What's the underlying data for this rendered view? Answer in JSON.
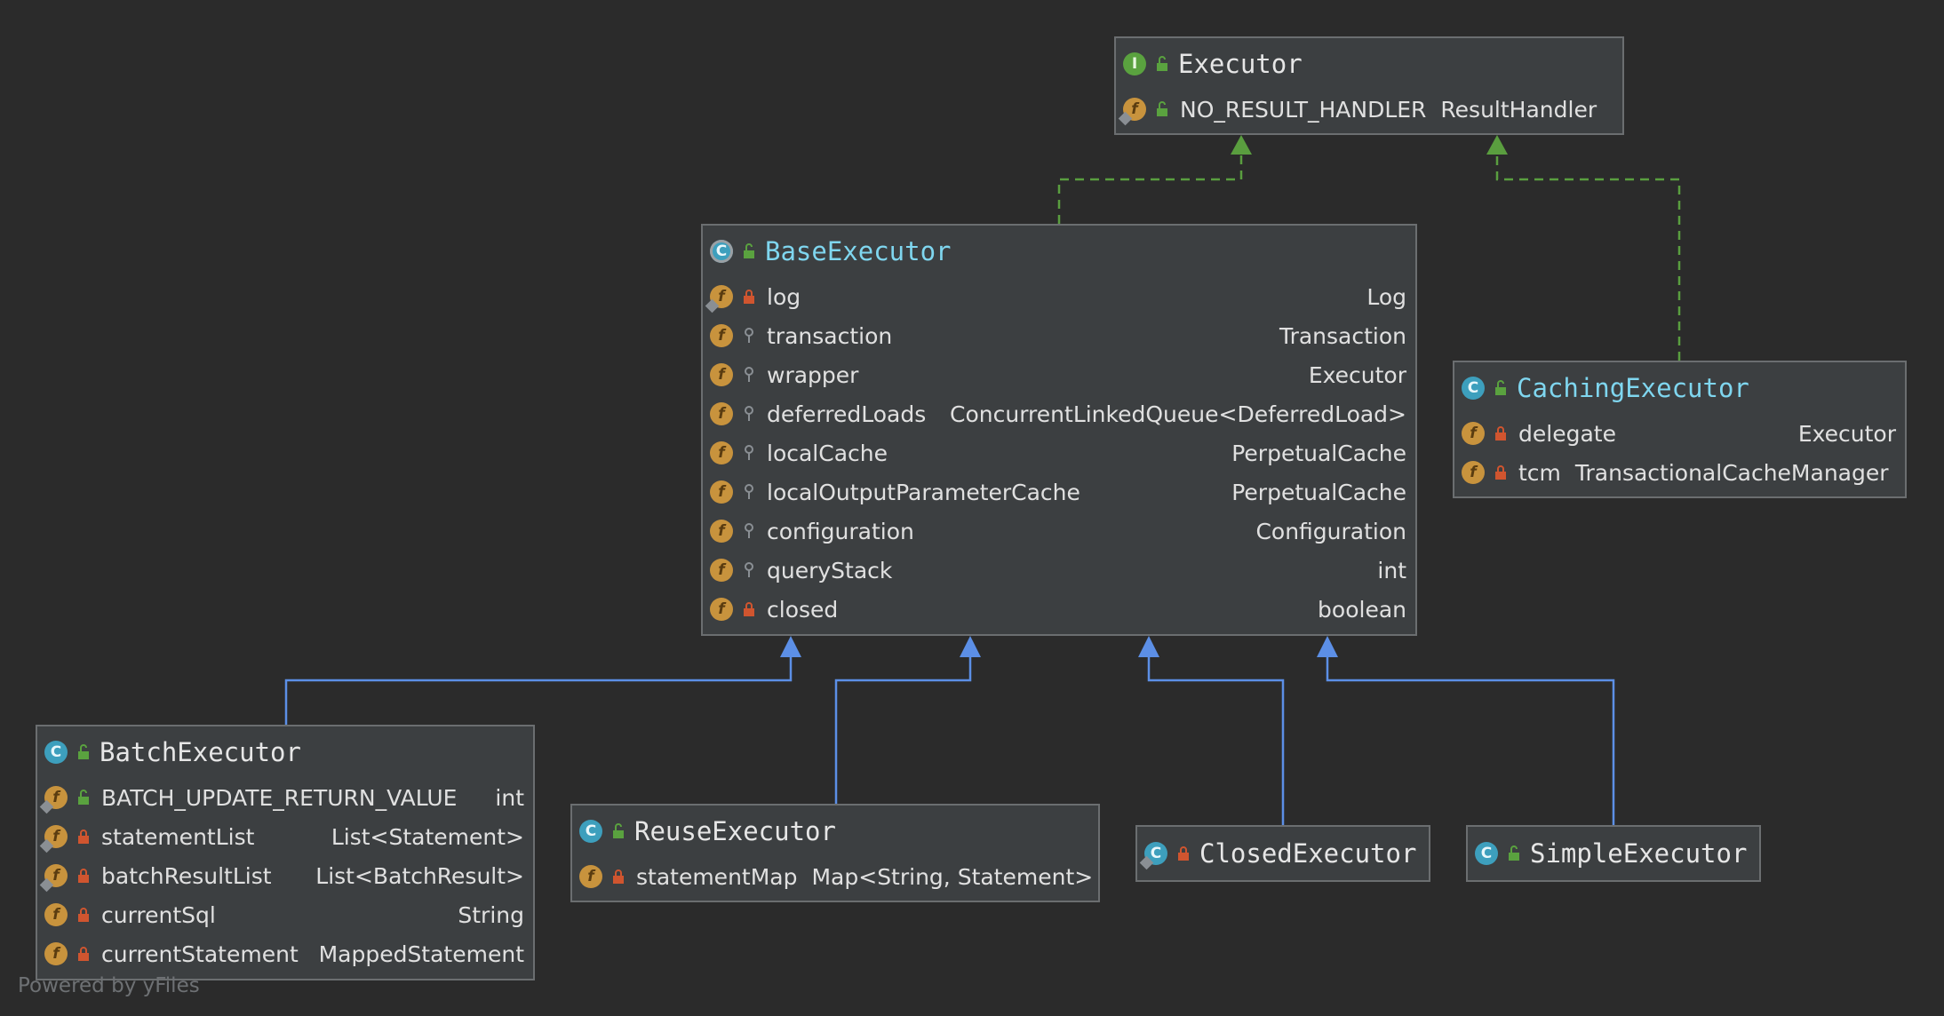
{
  "footer": {
    "powered_by": "Powered by yFiles"
  },
  "nodes": {
    "executor": {
      "name": "Executor",
      "kind": "interface",
      "fields": [
        {
          "name": "NO_RESULT_HANDLER",
          "type": "ResultHandler",
          "visibility": "public",
          "static": true
        }
      ]
    },
    "base_executor": {
      "name": "BaseExecutor",
      "kind": "abstract-class",
      "fields": [
        {
          "name": "log",
          "type": "Log",
          "visibility": "private",
          "static": true
        },
        {
          "name": "transaction",
          "type": "Transaction",
          "visibility": "protected"
        },
        {
          "name": "wrapper",
          "type": "Executor",
          "visibility": "protected"
        },
        {
          "name": "deferredLoads",
          "type": "ConcurrentLinkedQueue<DeferredLoad>",
          "visibility": "protected"
        },
        {
          "name": "localCache",
          "type": "PerpetualCache",
          "visibility": "protected"
        },
        {
          "name": "localOutputParameterCache",
          "type": "PerpetualCache",
          "visibility": "protected"
        },
        {
          "name": "configuration",
          "type": "Configuration",
          "visibility": "protected"
        },
        {
          "name": "queryStack",
          "type": "int",
          "visibility": "protected"
        },
        {
          "name": "closed",
          "type": "boolean",
          "visibility": "private"
        }
      ]
    },
    "caching_executor": {
      "name": "CachingExecutor",
      "kind": "class",
      "fields": [
        {
          "name": "delegate",
          "type": "Executor",
          "visibility": "private"
        },
        {
          "name": "tcm",
          "type": "TransactionalCacheManager",
          "visibility": "private"
        }
      ]
    },
    "batch_executor": {
      "name": "BatchExecutor",
      "kind": "class",
      "fields": [
        {
          "name": "BATCH_UPDATE_RETURN_VALUE",
          "type": "int",
          "visibility": "public",
          "static": true
        },
        {
          "name": "statementList",
          "type": "List<Statement>",
          "visibility": "private"
        },
        {
          "name": "batchResultList",
          "type": "List<BatchResult>",
          "visibility": "private"
        },
        {
          "name": "currentSql",
          "type": "String",
          "visibility": "private"
        },
        {
          "name": "currentStatement",
          "type": "MappedStatement",
          "visibility": "private"
        }
      ]
    },
    "reuse_executor": {
      "name": "ReuseExecutor",
      "kind": "class",
      "fields": [
        {
          "name": "statementMap",
          "type": "Map<String, Statement>",
          "visibility": "private"
        }
      ]
    },
    "closed_executor": {
      "name": "ClosedExecutor",
      "kind": "class",
      "static": true,
      "visibility": "private",
      "fields": []
    },
    "simple_executor": {
      "name": "SimpleExecutor",
      "kind": "class",
      "fields": []
    }
  },
  "colors": {
    "background": "#2b2b2b",
    "node_fill": "#3c3f41",
    "node_border": "#6b6e70",
    "implements_edge": "#5a9e3f",
    "extends_edge": "#5c8fe6",
    "cyan_title": "#7fd6ef"
  },
  "edges": [
    {
      "from": "base_executor",
      "to": "executor",
      "kind": "implements"
    },
    {
      "from": "caching_executor",
      "to": "executor",
      "kind": "implements"
    },
    {
      "from": "batch_executor",
      "to": "base_executor",
      "kind": "extends"
    },
    {
      "from": "reuse_executor",
      "to": "base_executor",
      "kind": "extends"
    },
    {
      "from": "closed_executor",
      "to": "base_executor",
      "kind": "extends"
    },
    {
      "from": "simple_executor",
      "to": "base_executor",
      "kind": "extends"
    }
  ]
}
